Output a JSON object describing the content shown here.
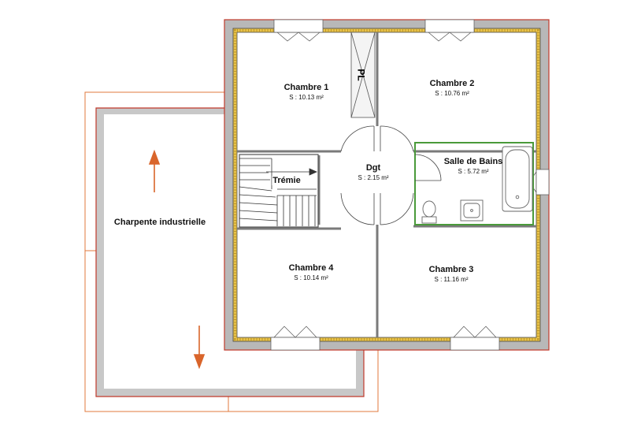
{
  "rooms": {
    "chambre1": {
      "name": "Chambre 1",
      "area": "S : 10.13 m²"
    },
    "chambre2": {
      "name": "Chambre 2",
      "area": "S : 10.76 m²"
    },
    "dgt": {
      "name": "Dgt",
      "area": "S : 2.15 m²"
    },
    "sdb": {
      "name": "Salle de Bains",
      "area": "S : 5.72 m²"
    },
    "chambre4": {
      "name": "Chambre 4",
      "area": "S : 10.14 m²"
    },
    "chambre3": {
      "name": "Chambre 3",
      "area": "S : 11.16 m²"
    }
  },
  "labels": {
    "tremie": "Trémie",
    "placard": "PL",
    "charpente": "Charpente industrielle"
  },
  "colors": {
    "wall": "#b8b8b8",
    "insulation": "#e8c24a",
    "exterior_line": "#c0392b",
    "charpente_line": "#e07a3c",
    "arrow": "#d9652b",
    "bathroom_outline": "#4a9a3a"
  }
}
